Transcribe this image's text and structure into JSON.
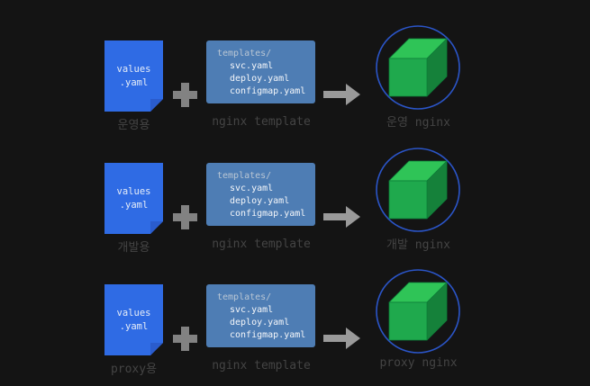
{
  "diagram": {
    "background": "#141414",
    "colors": {
      "values_box": "#2f6be4",
      "values_fold": "#2a5ccd",
      "values_text": "#e6edf8",
      "templates_box": "#4e7db4",
      "templates_header_text": "#b9c6d4",
      "templates_file_text": "#f5f7fa",
      "plus": "#828282",
      "arrow": "#9a9a9a",
      "circle_stroke": "#2b55c8",
      "cube_top": "#2fc457",
      "cube_front": "#1fa94d",
      "cube_right": "#15813a",
      "caption_text": "#444444"
    },
    "rows": [
      {
        "values_file": {
          "line1": "values",
          "line2": ".yaml"
        },
        "values_caption": "운영용",
        "template_header": "templates/",
        "template_files": [
          "svc.yaml",
          "deploy.yaml",
          "configmap.yaml"
        ],
        "template_caption": "nginx template",
        "result_caption": "운영 nginx"
      },
      {
        "values_file": {
          "line1": "values",
          "line2": ".yaml"
        },
        "values_caption": "개발용",
        "template_header": "templates/",
        "template_files": [
          "svc.yaml",
          "deploy.yaml",
          "configmap.yaml"
        ],
        "template_caption": "nginx template",
        "result_caption": "개발 nginx"
      },
      {
        "values_file": {
          "line1": "values",
          "line2": ".yaml"
        },
        "values_caption": "proxy용",
        "template_header": "templates/",
        "template_files": [
          "svc.yaml",
          "deploy.yaml",
          "configmap.yaml"
        ],
        "template_caption": "nginx template",
        "result_caption": "proxy nginx"
      }
    ]
  }
}
